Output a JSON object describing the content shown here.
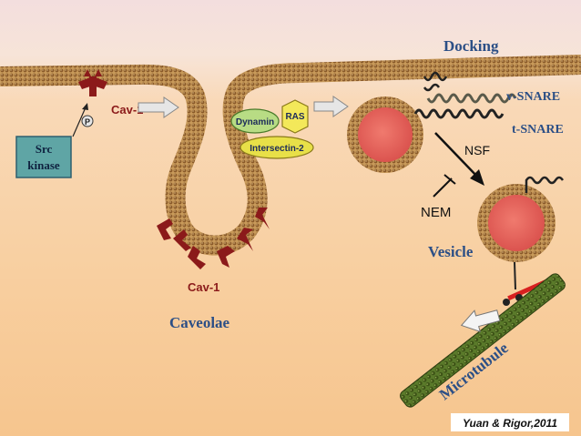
{
  "labels": {
    "docking": "Docking",
    "v_snare": "v-SNARE",
    "t_snare": "t-SNARE",
    "cav1_top": "Cav-1",
    "phospho": "P",
    "src_kinase_line1": "Src",
    "src_kinase_line2": "kinase",
    "dynamin": "Dynamin",
    "ras": "RAS",
    "intersectin": "Intersectin-2",
    "nsf": "NSF",
    "nem": "NEM",
    "vesicle": "Vesicle",
    "cav1_bottom": "Cav-1",
    "caveolae": "Caveolae",
    "microtubule": "Microtubule",
    "citation": "Yuan & Rigor,2011"
  },
  "colors": {
    "membrane_bead": "#8a5a2a",
    "membrane_bead_light": "#c89a5a",
    "cav1": "#8b1a1a",
    "vesicle_core": "#e0605a",
    "label_blue": "#2c4f86",
    "src_box": "#5fa5a5",
    "dynamin_fill": "#b8dc84",
    "ras_fill": "#f3e85a",
    "intersectin_fill": "#e8e048",
    "microtubule": "#4e6b24",
    "arrow_gray": "#e6e6e6"
  }
}
